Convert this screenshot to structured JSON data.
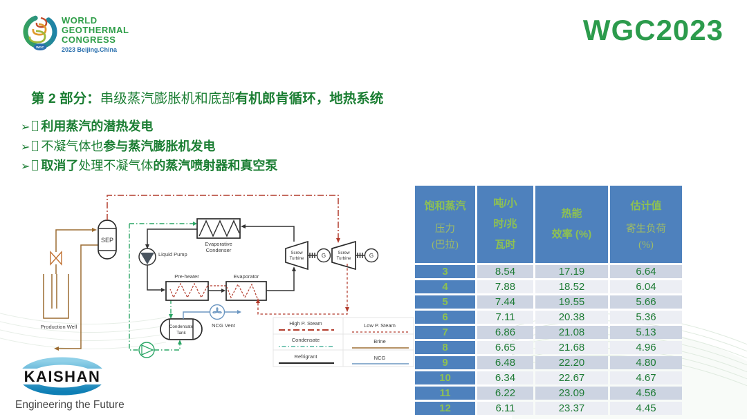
{
  "colors": {
    "title-green": "#1b7e33",
    "wgc-green": "#2c9b4c",
    "table-header-blue": "#4e81bd",
    "table-header-text": "#8ec152",
    "table-header-sub": "#9fbc65",
    "table-cell-text": "#1e7b35",
    "row-odd": "#cdd4e2",
    "row-even": "#eceef4",
    "steam-red": "#b23b2c",
    "condensate-green": "#2aa565",
    "brine-brown": "#9c6b30",
    "ncg-blue": "#6b96c1",
    "kaishan-blue": "#1f8fc4"
  },
  "header": {
    "brand": "WGC2023",
    "logo": {
      "line1": "WORLD",
      "line2": "GEOTHERMAL",
      "line3": "CONGRESS",
      "line4": "2023 Beijing.China",
      "badge": "WGC"
    }
  },
  "title": {
    "prefix": "第 2 部分：",
    "mid": "串级蒸汽膨胀机和底部",
    "tail": "有机郎肯循环，地热系统"
  },
  "bullets": {
    "marker": "➢",
    "b1": "利用蒸汽的潜热发电",
    "b2_a": "不凝气体也",
    "b2_b": "参与蒸汽膨胀机发电",
    "b3_a": "取消了",
    "b3_b": "处理不凝气体",
    "b3_c": "的蒸汽喷射器和真空泵"
  },
  "diagram": {
    "labels": {
      "sep": "SEP",
      "production_well": "Production Well",
      "liquid_pump": "Liquid Pump",
      "evap_cond_1": "Evaporative",
      "evap_cond_2": "Condenser",
      "pre_heater": "Pre-heater",
      "evaporator": "Evaporator",
      "screw": "Screw",
      "turbine": "Turbine",
      "generator": "G",
      "tank_1": "Condensate",
      "tank_2": "Tank",
      "ncg_vent": "NCG Vent"
    },
    "legend": [
      {
        "label": "High P. Steam"
      },
      {
        "label": "Low P. Steam"
      },
      {
        "label": "Condensate"
      },
      {
        "label": "Brine"
      },
      {
        "label": "Refrigrant"
      },
      {
        "label": "NCG"
      }
    ]
  },
  "table": {
    "col1_title": "饱和蒸汽",
    "col1_sub": "压力\n(巴拉)",
    "col2_title": "吨/小\n时/兆\n瓦时",
    "col3_title": "热能\n效率 (%)",
    "col4_title": "估计值",
    "col4_sub": "寄生负荷\n(%)"
  },
  "chart_data": {
    "type": "table",
    "columns": [
      "饱和蒸汽 压力 (巴拉)",
      "吨/小时/兆瓦时",
      "热能 效率 (%)",
      "估计值 寄生负荷 (%)"
    ],
    "rows": [
      [
        "3",
        "8.54",
        "17.19",
        "6.64"
      ],
      [
        "4",
        "7.88",
        "18.52",
        "6.04"
      ],
      [
        "5",
        "7.44",
        "19.55",
        "5.66"
      ],
      [
        "6",
        "7.11",
        "20.38",
        "5.36"
      ],
      [
        "7",
        "6.86",
        "21.08",
        "5.13"
      ],
      [
        "8",
        "6.65",
        "21.68",
        "4.96"
      ],
      [
        "9",
        "6.48",
        "22.20",
        "4.80"
      ],
      [
        "10",
        "6.34",
        "22.67",
        "4.67"
      ],
      [
        "11",
        "6.22",
        "23.09",
        "4.56"
      ],
      [
        "12",
        "6.11",
        "23.37",
        "4.45"
      ]
    ]
  },
  "footer": {
    "brand": "KAISHAN",
    "tagline": "Engineering the Future"
  }
}
